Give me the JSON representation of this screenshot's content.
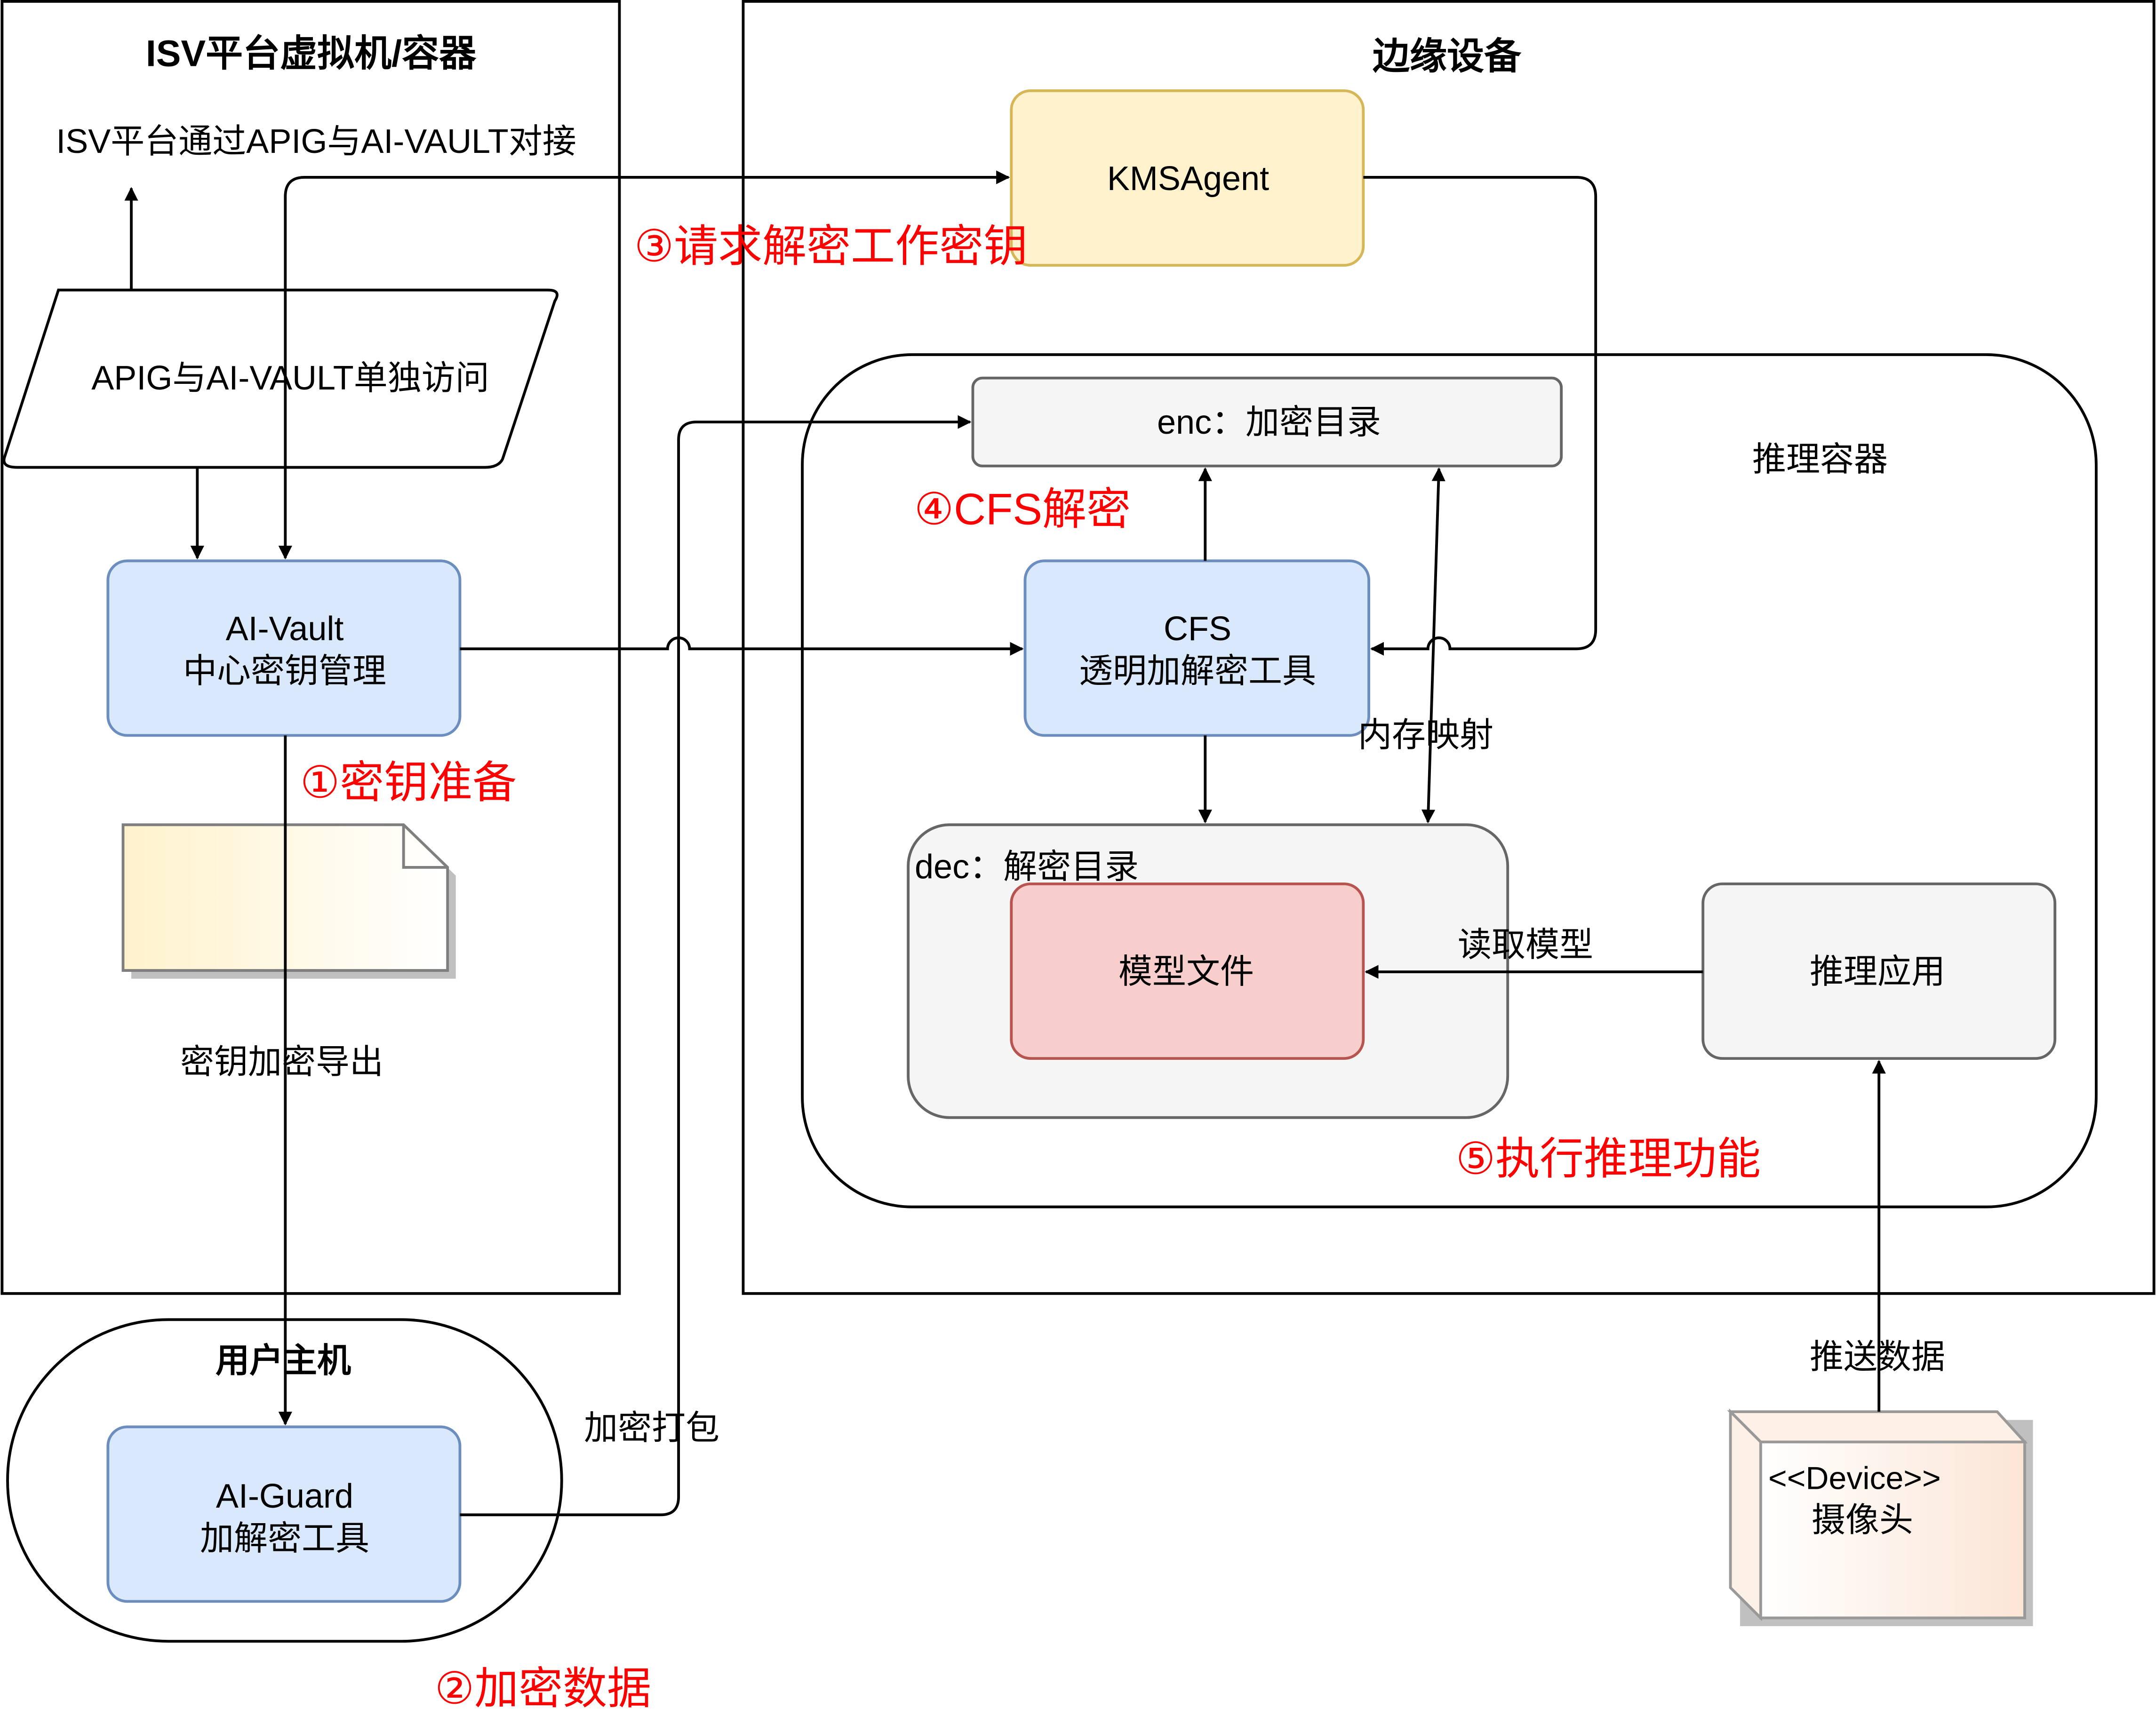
{
  "containers": {
    "isv_platform": {
      "title": "ISV平台虚拟机/容器"
    },
    "edge_device": {
      "title": "边缘设备"
    },
    "user_host": {
      "title": "用户主机"
    },
    "inference_container": {
      "title": "推理容器"
    }
  },
  "nodes": {
    "apig_note": "ISV平台通过APIG与AI-VAULT对接",
    "apig_access": "APIG与AI-VAULT单独访问",
    "ai_vault_line1": "AI-Vault",
    "ai_vault_line2": "中心密钥管理",
    "key_export": "密钥加密导出",
    "ai_guard_line1": "AI-Guard",
    "ai_guard_line2": "加解密工具",
    "kms_agent": "KMSAgent",
    "enc_dir": "enc：加密目录",
    "cfs_line1": "CFS",
    "cfs_line2": "透明加解密工具",
    "dec_dir": "dec：解密目录",
    "model_file": "模型文件",
    "inference_app": "推理应用",
    "camera_stereotype": "<<Device>>",
    "camera_name": "摄像头"
  },
  "edge_labels": {
    "memory_map": "内存映射",
    "read_model": "读取模型",
    "push_data": "推送数据",
    "encrypt_pack": "加密打包"
  },
  "steps": {
    "step1": "①密钥准备",
    "step2": "②加密数据",
    "step3": "③请求解密工作密钥",
    "step4": "④CFS解密",
    "step5": "⑤执行推理功能"
  },
  "colors": {
    "blue_fill": "#dae8fc",
    "blue_stroke": "#6c8ebf",
    "yellow_fill": "#fff2cc",
    "yellow_stroke": "#d6b656",
    "red_fill": "#f8cecc",
    "red_stroke": "#b85450",
    "gray_fill": "#f5f5f5",
    "gray_stroke": "#666666",
    "step_text": "#ff0000"
  }
}
